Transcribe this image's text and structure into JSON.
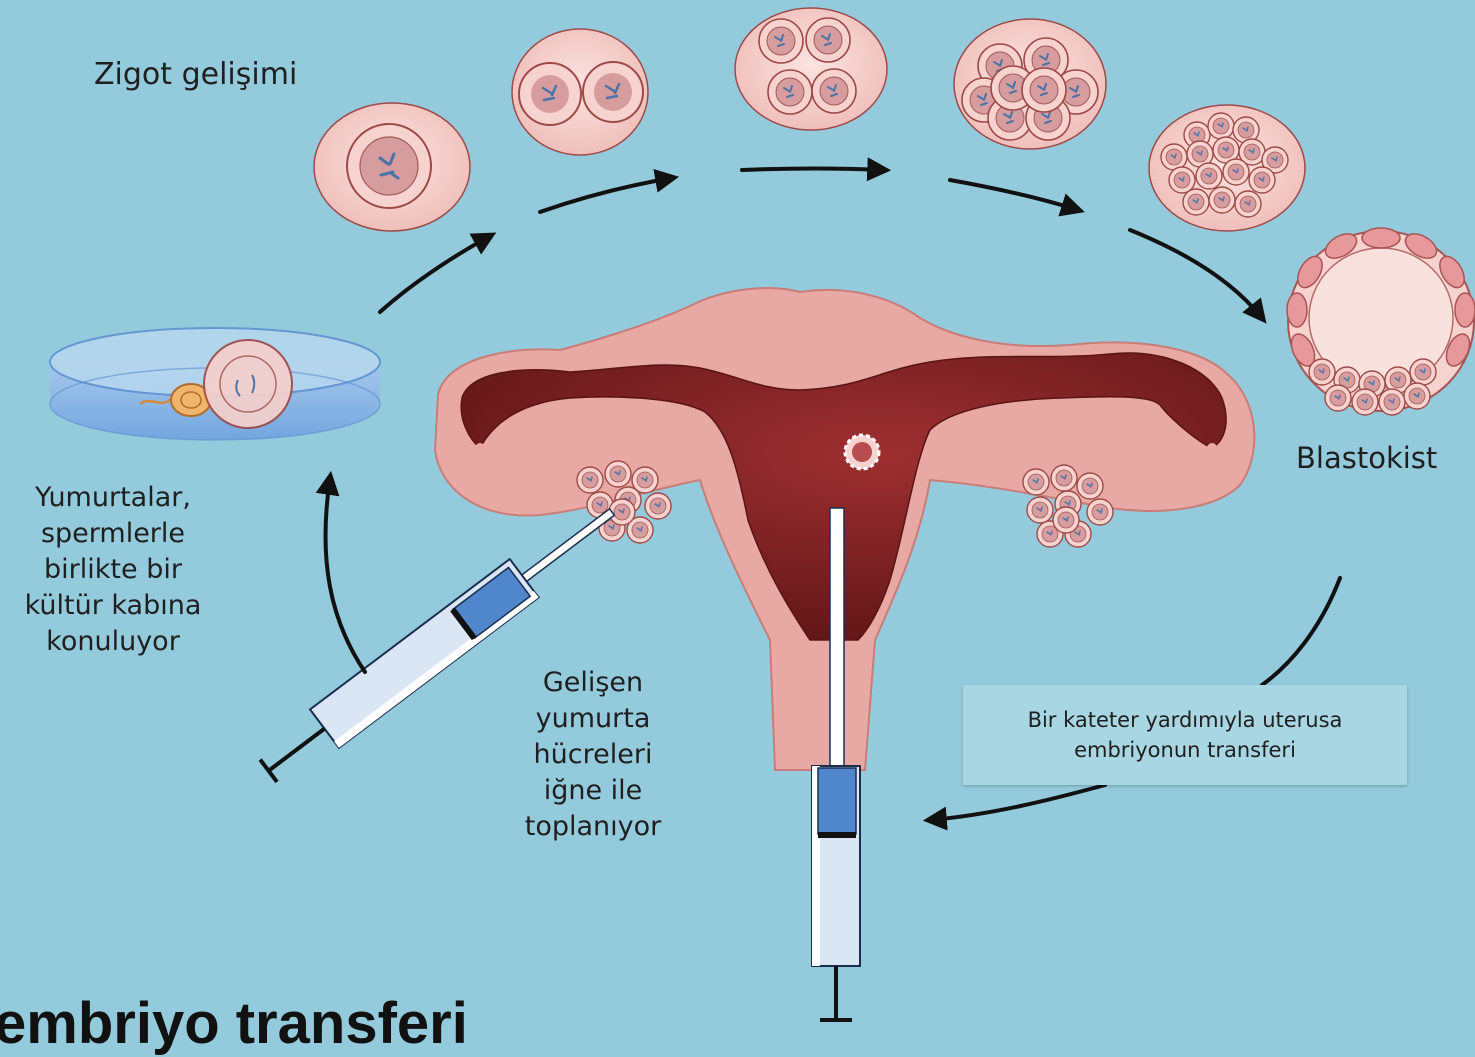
{
  "labels": {
    "zygote_development": "Zigot gelişimi",
    "blastocyst": "Blastokist",
    "eggs_in_dish_lines": [
      "Yumurtalar,",
      "spermlerle",
      "birlikte bir",
      "kültür kabına",
      "konuluyor"
    ],
    "eggs_collected_lines": [
      "Gelişen",
      "yumurta",
      "hücreleri",
      "iğne ile",
      "toplanıyor"
    ],
    "catheter_transfer_lines": [
      "Bir kateter yardımıyla uterusa",
      "embriyonun transferi"
    ]
  },
  "title": "embriyo transferi",
  "colors": {
    "background": "#94cbdc",
    "uterus": "#e8a8a3",
    "uterus_cavity": "#7a1f21",
    "cell_fill": "#f7d3cf",
    "cell_stroke": "#9e4a48",
    "nucleus": "#d79c9d",
    "chromosome": "#4b74a8",
    "syringe_plunger": "#4f86cc",
    "label_box": "#a9d6e3"
  }
}
